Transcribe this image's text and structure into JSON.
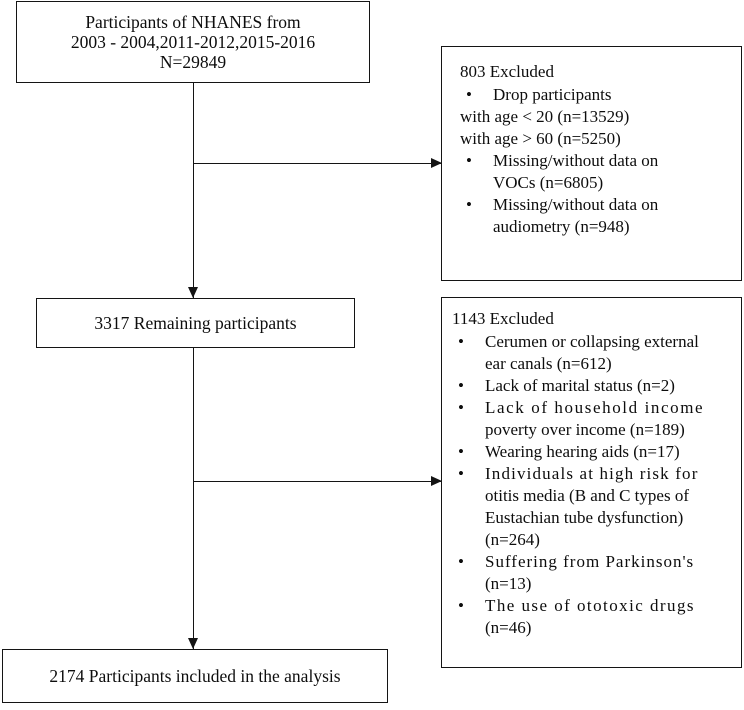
{
  "title": "NHANES participant selection flowchart",
  "colors": {
    "background": "#ffffff",
    "stroke": "#141414",
    "text": "#0d0d0d"
  },
  "source_box": {
    "line1": "Participants of NHANES from",
    "line2": "2003 - 2004,2011-2012,2015-2016",
    "line3": "N=29849"
  },
  "exclusion_1": {
    "heading": "803 Excluded",
    "bullets": [
      {
        "main": "Drop participants",
        "continuations": [
          "with age < 20 (n=13529)",
          "with age > 60 (n=5250)"
        ]
      },
      {
        "main": "Missing/without data on",
        "continuations": [
          "VOCs (n=6805)"
        ]
      },
      {
        "main": "Missing/without data on",
        "continuations": [
          "audiometry  (n=948)"
        ]
      }
    ]
  },
  "remaining_box": {
    "label": "3317 Remaining participants"
  },
  "exclusion_2": {
    "heading": "1143 Excluded",
    "bullets": [
      {
        "main": "Cerumen or collapsing external",
        "continuations": [
          "ear canals (n=612)"
        ]
      },
      {
        "main": "Lack of marital status (n=2)",
        "continuations": []
      },
      {
        "main": "Lack of household income",
        "continuations": [
          "poverty over income (n=189)"
        ]
      },
      {
        "main": "Wearing hearing aids (n=17)",
        "continuations": []
      },
      {
        "main": "Individuals at high risk for",
        "continuations": [
          "otitis media (B and C types of",
          "Eustachian tube dysfunction)",
          "(n=264)"
        ]
      },
      {
        "main": "Suffering from Parkinson's",
        "continuations": [
          "(n=13)"
        ]
      },
      {
        "main": "The use of ototoxic drugs",
        "continuations": [
          "(n=46)"
        ]
      }
    ]
  },
  "included_box": {
    "label": "2174 Participants included in the analysis"
  },
  "glyphs": {
    "bullet": "•"
  }
}
